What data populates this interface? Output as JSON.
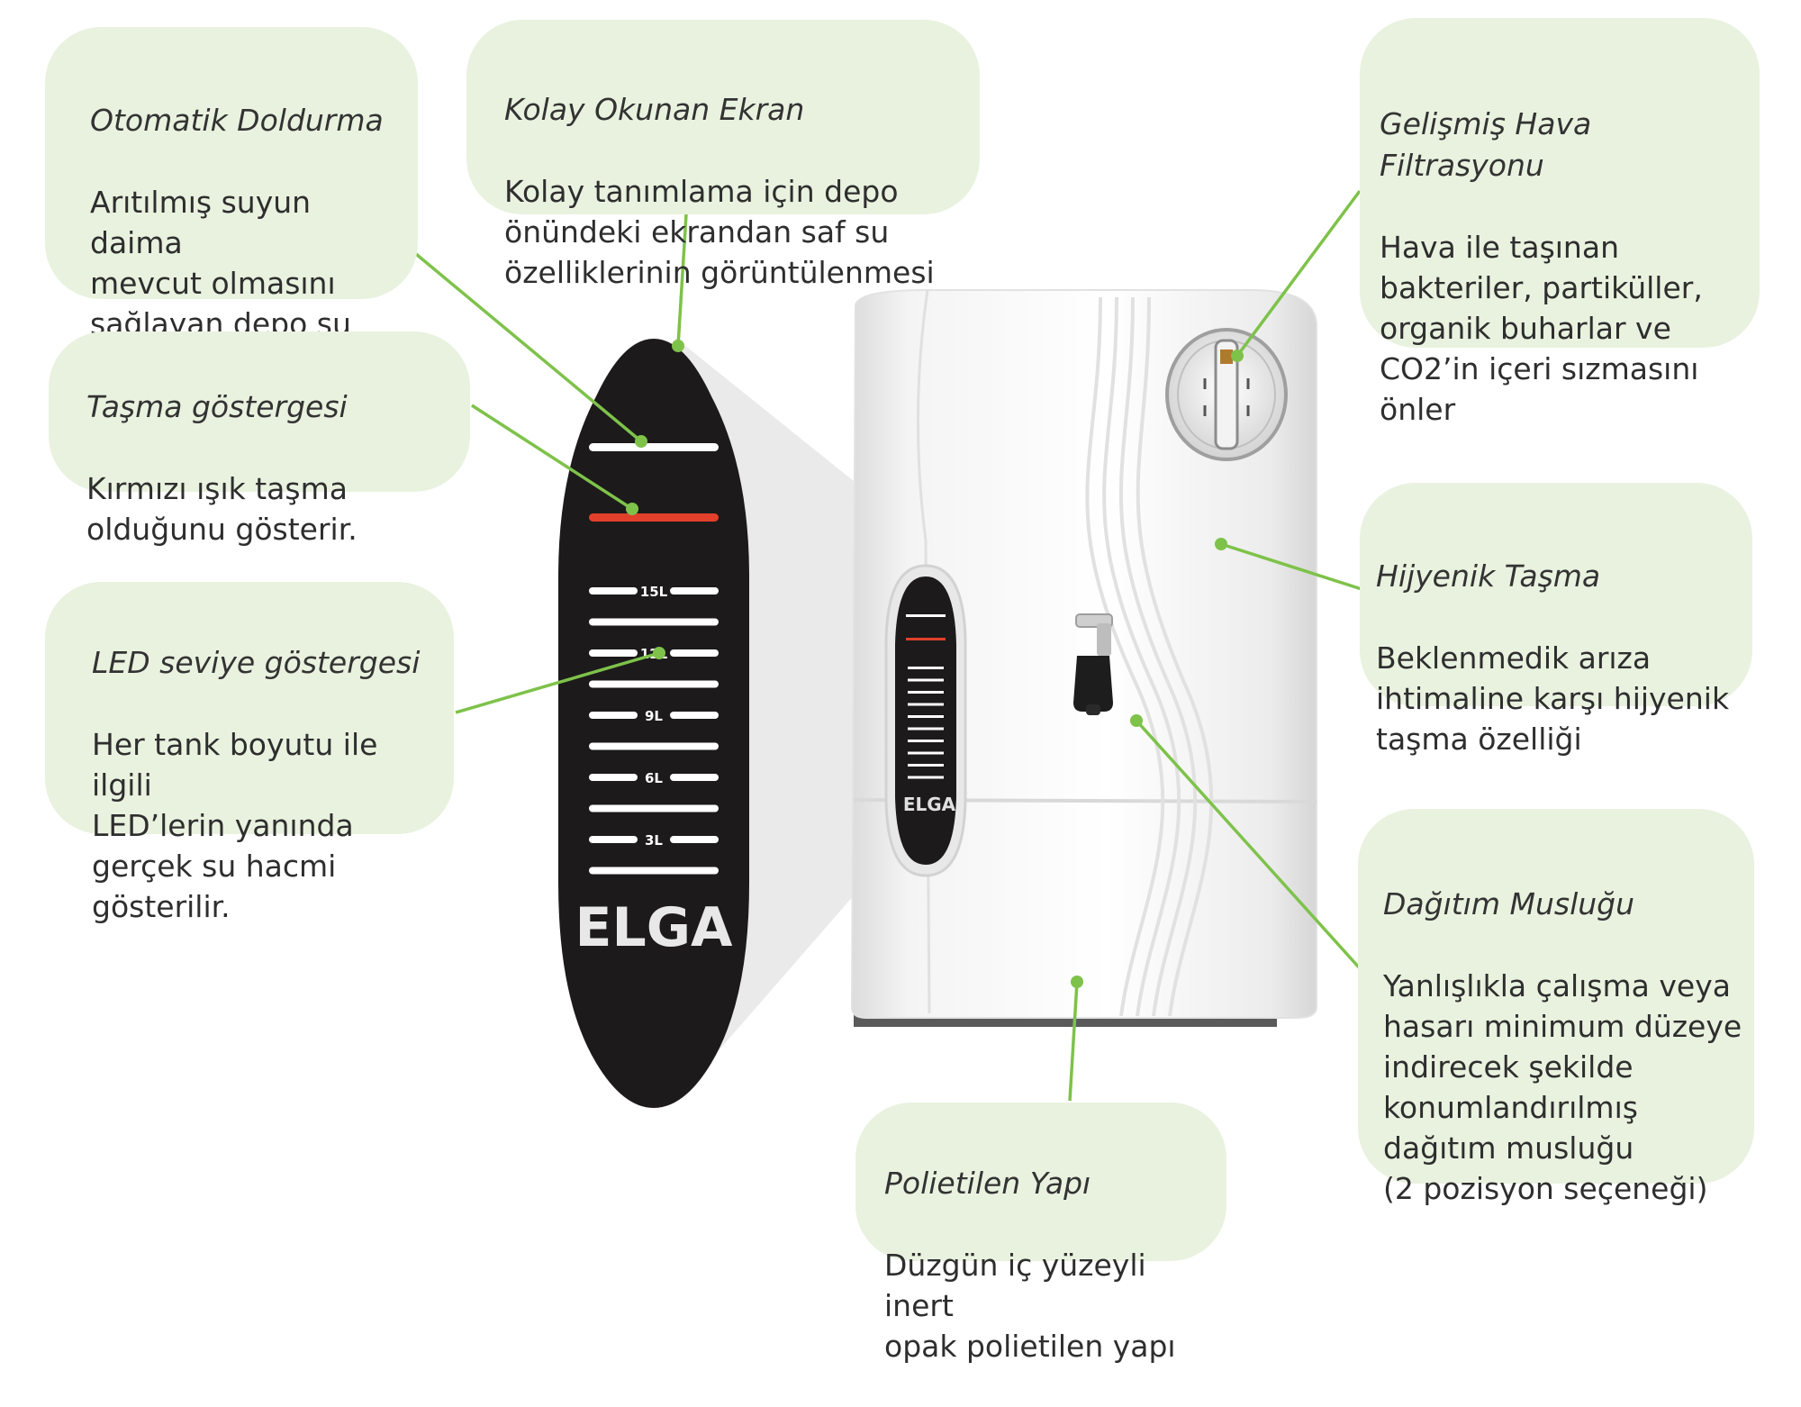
{
  "brand": "ELGA",
  "colors": {
    "callout_bg": "#e9f2df",
    "leader_line": "#7ec24a",
    "panel_black": "#1c1a1b",
    "led_red": "#e2402a",
    "body_white": "#f6f6f6"
  },
  "panel": {
    "level_labels": [
      "15L",
      "12L",
      "9L",
      "6L",
      "3L"
    ]
  },
  "callouts": {
    "auto_fill": {
      "title": "Otomatik Doldurma",
      "text": "Arıtılmış suyun daima\nmevcut olmasını\nsağlayan depo su\nseviyelerinin\nizlenmesi"
    },
    "easy_display": {
      "title": "Kolay Okunan Ekran",
      "text": "Kolay tanımlama için depo\nönündeki ekrandan saf su\nözelliklerinin görüntülenmesi"
    },
    "overflow_indicator": {
      "title": "Taşma göstergesi",
      "text": "Kırmızı ışık taşma\nolduğunu gösterir."
    },
    "led_level": {
      "title": "LED seviye göstergesi",
      "text": "Her tank boyutu ile ilgili\nLED’lerin yanında\ngerçek su hacmi\ngösterilir."
    },
    "air_filtration": {
      "title": "Gelişmiş Hava Filtrasyonu",
      "text": "Hava ile taşınan\nbakteriler, partiküller,\norganik buharlar ve\nCO2’in içeri sızmasını\nönler"
    },
    "hygienic_overflow": {
      "title": "Hijyenik Taşma",
      "text": "Beklenmedik arıza\nihtimaline karşı hijyenik\ntaşma özelliği"
    },
    "dispense_tap": {
      "title": "Dağıtım Musluğu",
      "text": "Yanlışlıkla çalışma veya\nhasarı minimum düzeye\nindirecek şekilde\nkonumlandırılmış\ndağıtım musluğu\n(2 pozisyon seçeneği)"
    },
    "polyethylene": {
      "title": "Polietilen Yapı",
      "text": "Düzgün iç yüzeyli inert\nopak polietilen yapı"
    }
  }
}
